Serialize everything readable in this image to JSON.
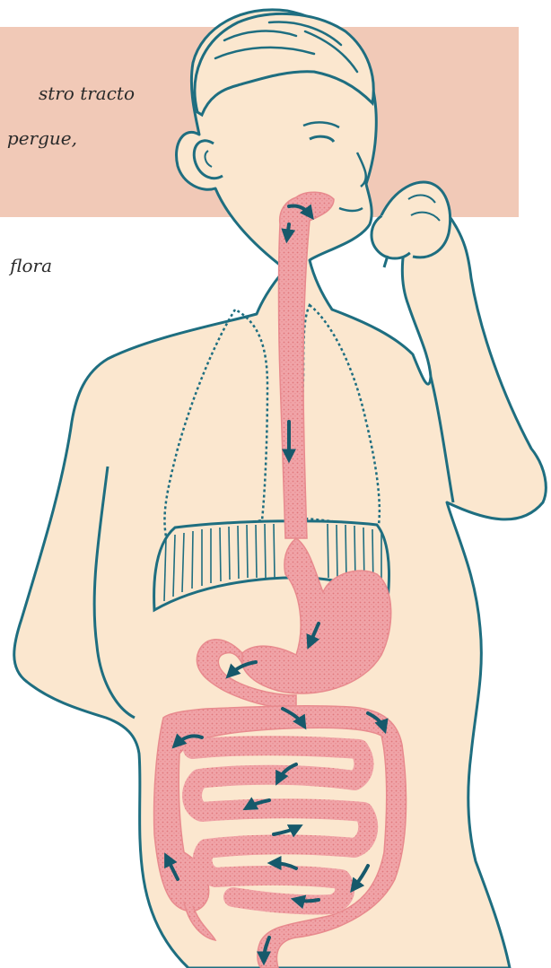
{
  "caption": {
    "line1": "stro tracto",
    "line2": "pergue,",
    "line3": "flora"
  },
  "colors": {
    "panel": "#f1c9b7",
    "skin": "#fbe7cf",
    "outline": "#1e6e80",
    "tract": "#f0a4a8",
    "tract_dots": "#e0787c",
    "arrow": "#16596b",
    "text": "#2a2a2a"
  },
  "icons": [
    "digestive-tract",
    "stomach",
    "lungs",
    "diaphragm",
    "apple",
    "flow-arrow"
  ]
}
